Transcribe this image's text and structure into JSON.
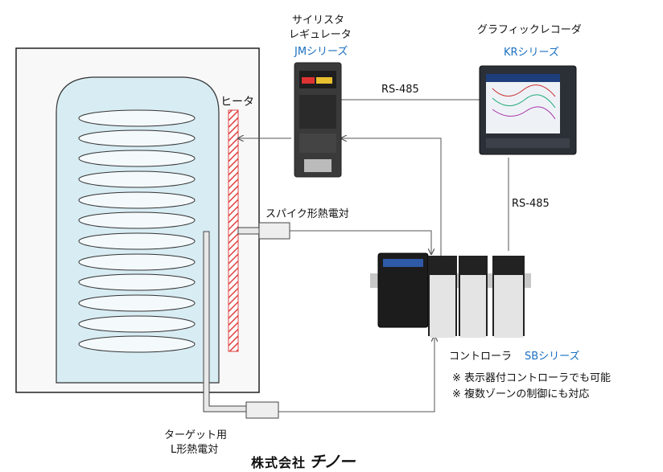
{
  "labels": {
    "heater": "ヒータ",
    "thyristor_line1": "サイリスタ",
    "thyristor_line2": "レギュレータ",
    "jm_series": "JMシリーズ",
    "recorder": "グラフィックレコーダ",
    "kr_series": "KRシリーズ",
    "rs485_top": "RS-485",
    "rs485_right": "RS-485",
    "spike_tc": "スパイク形熱電対",
    "target_line1": "ターゲット用",
    "target_line2": "L形熱電対",
    "controller": "コントローラ",
    "sb_series": "SBシリーズ",
    "note1": "※ 表示器付コントローラでも可能",
    "note2": "※ 複数ゾーンの制御にも対応",
    "company_prefix": "株式会社",
    "company_name": "チノー"
  },
  "colors": {
    "vessel_fill": "#d8ecf3",
    "heater_stripe": "#e04040",
    "label_blue": "#1a6fc0",
    "line": "#555555"
  }
}
